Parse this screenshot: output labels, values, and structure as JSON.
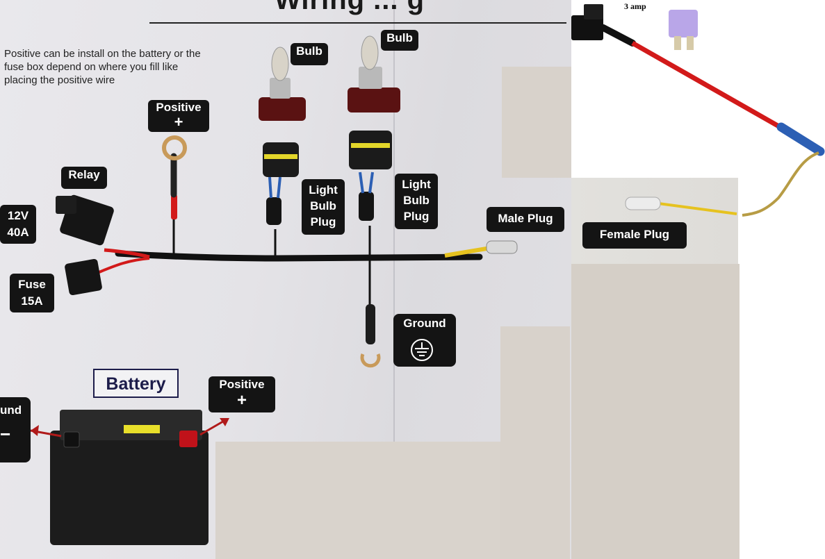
{
  "diagram": {
    "title_fragment": "Wiring ... g",
    "note": "Positive can be install on the battery or the fuse box depend on where you fill like placing the positive wire",
    "labels": {
      "bulb_left": "Bulb",
      "bulb_right": "Bulb",
      "positive_top_word": "Positive",
      "positive_top_symbol": "+",
      "relay": "Relay",
      "relay_rating_line1": "12V",
      "relay_rating_line2": "40A",
      "fuse_line1": "Fuse",
      "fuse_line2": "15A",
      "light_bulb_plug_left_1": "Light",
      "light_bulb_plug_left_2": "Bulb",
      "light_bulb_plug_left_3": "Plug",
      "light_bulb_plug_right_1": "Light",
      "light_bulb_plug_right_2": "Bulb",
      "light_bulb_plug_right_3": "Plug",
      "male_plug": "Male Plug",
      "ground": "Ground",
      "battery": "Battery",
      "positive_battery_word": "Positive",
      "positive_battery_symbol": "+",
      "ground_battery_fragment": "und",
      "ground_battery_symbol": "−",
      "female_plug": "Female Plug",
      "fuse_tap_rating": "3 amp"
    },
    "colors": {
      "label_bg": "#141414",
      "positive_wire": "#d21a1a",
      "main_harness": "#111111",
      "yellow_wire": "#e6c21f",
      "blue_connector": "#2c5fb4",
      "arrow_red": "#b01a1a",
      "mini_fuse": "#b9a6e8"
    }
  }
}
